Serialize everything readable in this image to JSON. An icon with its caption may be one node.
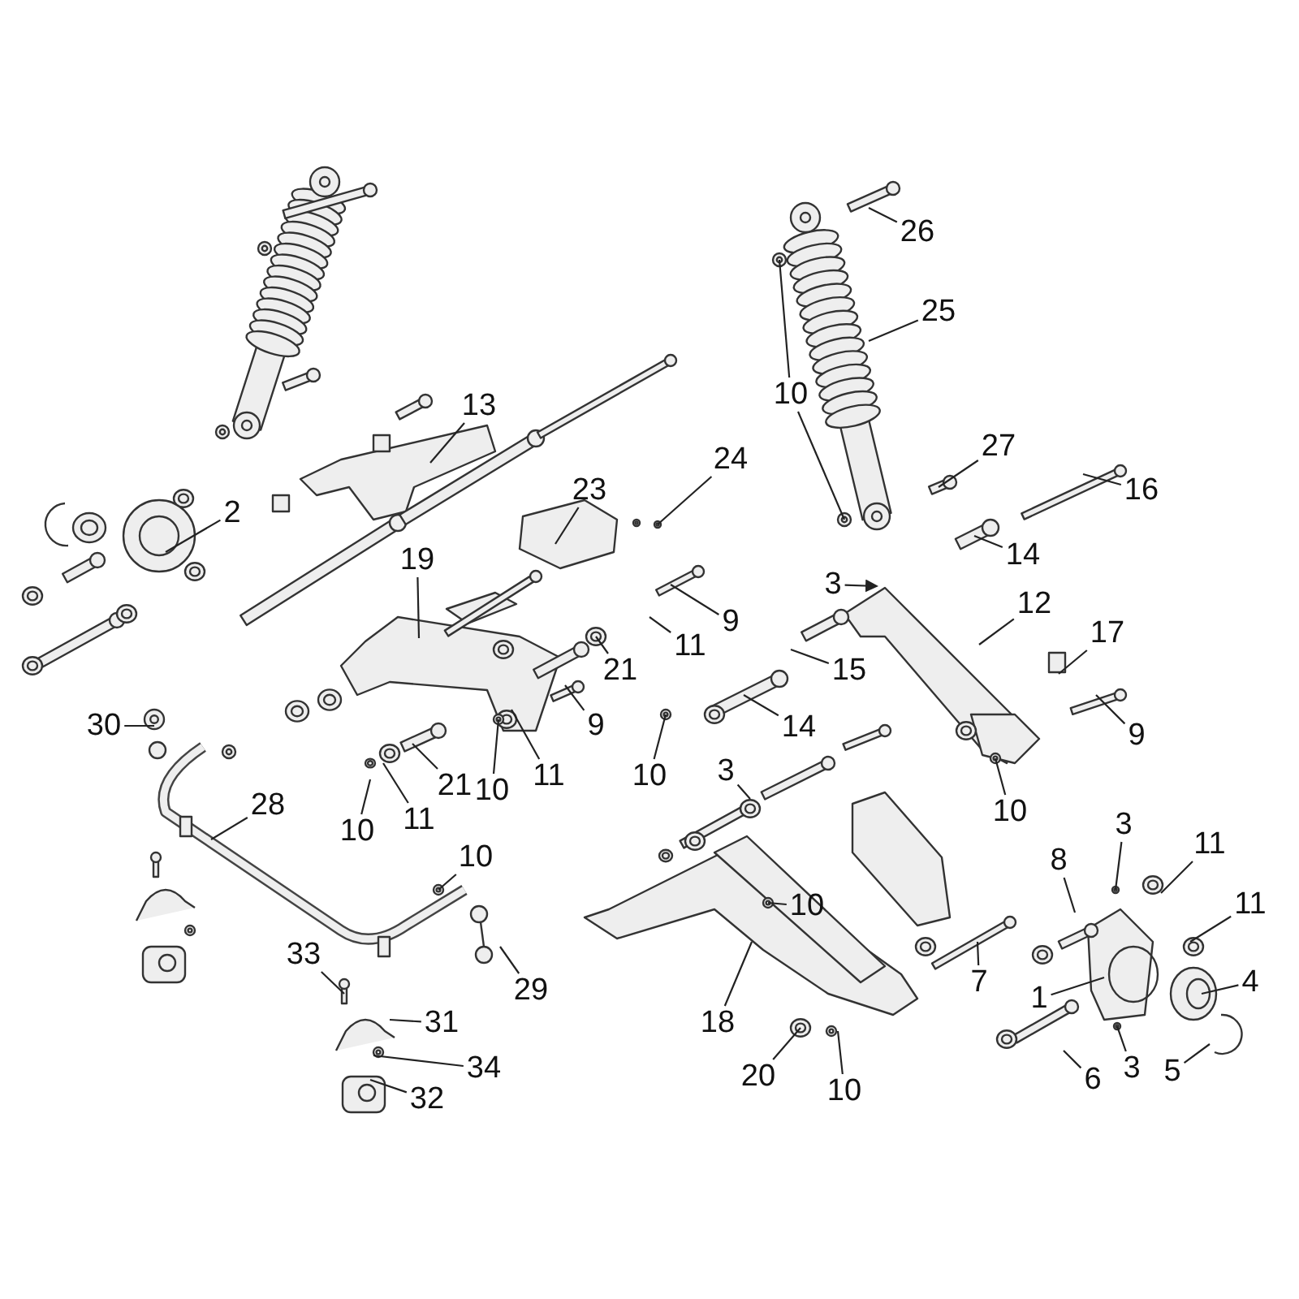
{
  "diagram": {
    "nodes": [
      {
        "text": [
          "26"
        ]
      },
      {
        "text": [
          "25"
        ]
      },
      {
        "text": [
          "10"
        ]
      },
      {
        "text": [
          "13"
        ]
      },
      {
        "text": [
          "27"
        ]
      },
      {
        "text": [
          "24"
        ]
      },
      {
        "text": [
          "16"
        ]
      },
      {
        "text": [
          "23"
        ]
      },
      {
        "text": [
          "2"
        ]
      },
      {
        "text": [
          "14"
        ]
      },
      {
        "text": [
          "19"
        ]
      },
      {
        "text": [
          "3"
        ]
      },
      {
        "text": [
          "12"
        ]
      },
      {
        "text": [
          "9"
        ]
      },
      {
        "text": [
          "17"
        ]
      },
      {
        "text": [
          "11"
        ]
      },
      {
        "text": [
          "15"
        ]
      },
      {
        "text": [
          "21"
        ]
      },
      {
        "text": [
          "30"
        ]
      },
      {
        "text": [
          "9"
        ]
      },
      {
        "text": [
          "14"
        ]
      },
      {
        "text": [
          "3"
        ]
      },
      {
        "text": [
          "9"
        ]
      },
      {
        "text": [
          "11"
        ]
      },
      {
        "text": [
          "10"
        ]
      },
      {
        "text": [
          "10"
        ]
      },
      {
        "text": [
          "21"
        ]
      },
      {
        "text": [
          "28"
        ]
      },
      {
        "text": [
          "10"
        ]
      },
      {
        "text": [
          "11"
        ]
      },
      {
        "text": [
          "10"
        ]
      },
      {
        "text": [
          "3"
        ]
      },
      {
        "text": [
          "11"
        ]
      },
      {
        "text": [
          "10"
        ]
      },
      {
        "text": [
          "8"
        ]
      },
      {
        "text": [
          "11"
        ]
      },
      {
        "text": [
          "10"
        ]
      },
      {
        "text": [
          "33"
        ]
      },
      {
        "text": [
          "4"
        ]
      },
      {
        "text": [
          "7"
        ]
      },
      {
        "text": [
          "29"
        ]
      },
      {
        "text": [
          "1"
        ]
      },
      {
        "text": [
          "18"
        ]
      },
      {
        "text": [
          "31"
        ]
      },
      {
        "text": [
          "34"
        ]
      },
      {
        "text": [
          "3"
        ]
      },
      {
        "text": [
          "5"
        ]
      },
      {
        "text": [
          "20"
        ]
      },
      {
        "text": [
          "10"
        ]
      },
      {
        "text": [
          "6"
        ]
      },
      {
        "text": [
          "32"
        ]
      }
    ],
    "edges": [
      {
        "from": 0,
        "to": null,
        "arrow": "none"
      },
      {
        "from": 1,
        "to": null,
        "arrow": "none"
      },
      {
        "from": 2,
        "to": null,
        "arrow": "none"
      },
      {
        "from": 2,
        "to": null,
        "arrow": "none"
      },
      {
        "from": 3,
        "to": null,
        "arrow": "none"
      },
      {
        "from": 4,
        "to": null,
        "arrow": "none"
      },
      {
        "from": 5,
        "to": null,
        "arrow": "none"
      },
      {
        "from": 6,
        "to": null,
        "arrow": "none"
      },
      {
        "from": 7,
        "to": null,
        "arrow": "none"
      },
      {
        "from": 8,
        "to": null,
        "arrow": "none"
      },
      {
        "from": 9,
        "to": null,
        "arrow": "none"
      },
      {
        "from": 10,
        "to": null,
        "arrow": "none"
      },
      {
        "from": 11,
        "to": null,
        "arrow": "to"
      },
      {
        "from": 12,
        "to": null,
        "arrow": "none"
      },
      {
        "from": 13,
        "to": null,
        "arrow": "none"
      },
      {
        "from": 14,
        "to": null,
        "arrow": "none"
      },
      {
        "from": 15,
        "to": null,
        "arrow": "none"
      },
      {
        "from": 16,
        "to": null,
        "arrow": "none"
      },
      {
        "from": 17,
        "to": null,
        "arrow": "none"
      },
      {
        "from": 18,
        "to": null,
        "arrow": "none"
      },
      {
        "from": 19,
        "to": null,
        "arrow": "none"
      },
      {
        "from": 20,
        "to": null,
        "arrow": "none"
      },
      {
        "from": 21,
        "to": null,
        "arrow": "none"
      },
      {
        "from": 22,
        "to": null,
        "arrow": "none"
      },
      {
        "from": 23,
        "to": null,
        "arrow": "none"
      },
      {
        "from": 24,
        "to": null,
        "arrow": "none"
      },
      {
        "from": 25,
        "to": null,
        "arrow": "none"
      },
      {
        "from": 26,
        "to": null,
        "arrow": "none"
      },
      {
        "from": 27,
        "to": null,
        "arrow": "none"
      },
      {
        "from": 28,
        "to": null,
        "arrow": "none"
      },
      {
        "from": 29,
        "to": null,
        "arrow": "none"
      },
      {
        "from": 30,
        "to": null,
        "arrow": "none"
      },
      {
        "from": 31,
        "to": null,
        "arrow": "none"
      },
      {
        "from": 32,
        "to": null,
        "arrow": "none"
      },
      {
        "from": 33,
        "to": null,
        "arrow": "none"
      },
      {
        "from": 34,
        "to": null,
        "arrow": "none"
      },
      {
        "from": 35,
        "to": null,
        "arrow": "none"
      },
      {
        "from": 36,
        "to": null,
        "arrow": "none"
      },
      {
        "from": 37,
        "to": null,
        "arrow": "none"
      },
      {
        "from": 38,
        "to": null,
        "arrow": "none"
      },
      {
        "from": 39,
        "to": null,
        "arrow": "none"
      },
      {
        "from": 40,
        "to": null,
        "arrow": "none"
      },
      {
        "from": 41,
        "to": null,
        "arrow": "none"
      },
      {
        "from": 42,
        "to": null,
        "arrow": "none"
      },
      {
        "from": 43,
        "to": null,
        "arrow": "none"
      },
      {
        "from": 44,
        "to": null,
        "arrow": "none"
      },
      {
        "from": 45,
        "to": null,
        "arrow": "none"
      },
      {
        "from": 46,
        "to": null,
        "arrow": "none"
      },
      {
        "from": 47,
        "to": null,
        "arrow": "none"
      },
      {
        "from": 48,
        "to": null,
        "arrow": "none"
      },
      {
        "from": 49,
        "to": null,
        "arrow": "none"
      },
      {
        "from": 50,
        "to": null,
        "arrow": "none"
      }
    ]
  }
}
